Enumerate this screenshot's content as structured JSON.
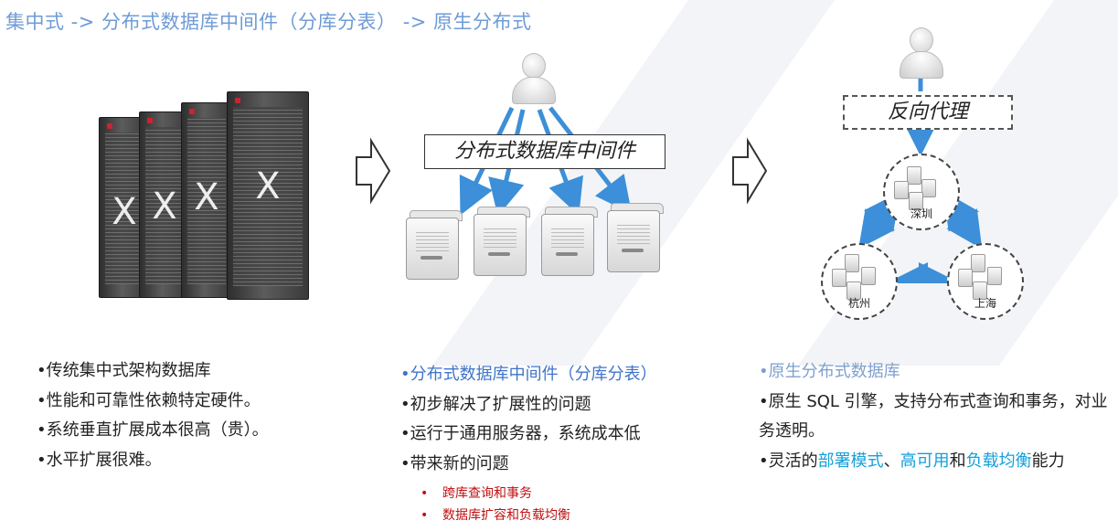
{
  "title": "集中式 -> 分布式数据库中间件（分库分表） -> 原生分布式",
  "middle": {
    "box_label": "分布式数据库中间件"
  },
  "right": {
    "proxy_label": "反向代理",
    "clusters": {
      "shenzhen": "深圳",
      "hangzhou": "杭州",
      "shanghai": "上海"
    }
  },
  "racks": {
    "mark": "X"
  },
  "col1": {
    "items": [
      "•传统集中式架构数据库",
      "•性能和可靠性依赖特定硬件。",
      "•系统垂直扩展成本很高（贵）。",
      "•水平扩展很难。"
    ]
  },
  "col2": {
    "heading": "•分布式数据库中间件（分库分表）",
    "items": [
      "•初步解决了扩展性的问题",
      "•运行于通用服务器，系统成本低",
      "•带来新的问题"
    ],
    "sub_items": [
      "跨库查询和事务",
      "数据库扩容和负载均衡"
    ]
  },
  "col3": {
    "heading": "•原生分布式数据库",
    "item1": "•原生 SQL 引擎，支持分布式查询和事务，对业务透明。",
    "item2_prefix": "•灵活的",
    "item2_term1": "部署模式",
    "item2_sep": "、",
    "item2_term2": "高可用",
    "item2_and": "和",
    "item2_term3": "负载均衡",
    "item2_suffix": "能力"
  },
  "colors": {
    "title": "#6f9bd6",
    "heading_blue": "#3f74c9",
    "heading_grayblue": "#7f9fcf",
    "term_cyan": "#14a0d8",
    "sub_red": "#c01010",
    "arrow_blue": "#3c8fd8"
  }
}
